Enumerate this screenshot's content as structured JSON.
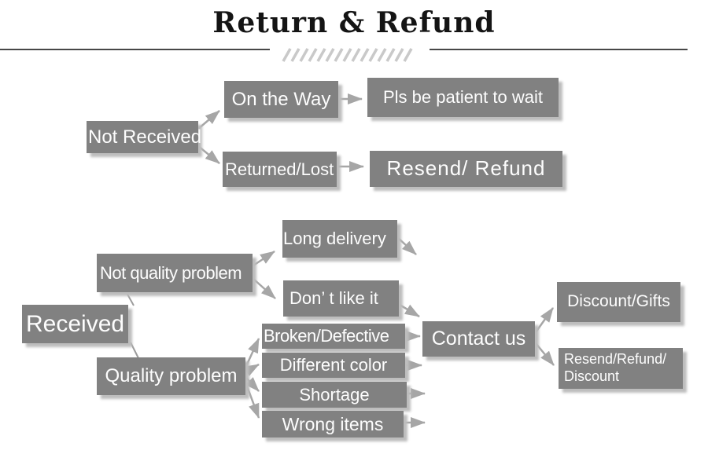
{
  "title": "Return & Refund",
  "colors": {
    "node_fill": "#818181",
    "node_shadow": "#bdbdbd",
    "node_text": "#fdfdfd",
    "arrow": "#a6a6a6",
    "title_rule": "#474747",
    "hatch": "#c9c9c9",
    "title_text": "#141414"
  },
  "flow": {
    "not_received": {
      "label": "Not Received"
    },
    "on_the_way": {
      "label": "On the Way"
    },
    "pls_wait": {
      "label": "Pls be patient to wait"
    },
    "returned_lost": {
      "label": "Returned/Lost"
    },
    "resend_refund": {
      "label": "Resend/ Refund"
    },
    "received": {
      "label": "Received"
    },
    "not_quality_problem": {
      "label": "Not quality problem"
    },
    "long_delivery": {
      "label": "Long delivery"
    },
    "dont_like_it": {
      "label": "Don’ t like it"
    },
    "quality_problem": {
      "label": "Quality problem"
    },
    "broken_defective": {
      "label": "Broken/Defective"
    },
    "different_color": {
      "label": "Different color"
    },
    "shortage": {
      "label": "Shortage"
    },
    "wrong_items": {
      "label": "Wrong items"
    },
    "contact_us": {
      "label": "Contact us"
    },
    "discount_gifts": {
      "label": "Discount/Gifts"
    },
    "resend_refund_discount": {
      "line1": "Resend/Refund/",
      "line2": "Discount"
    }
  }
}
